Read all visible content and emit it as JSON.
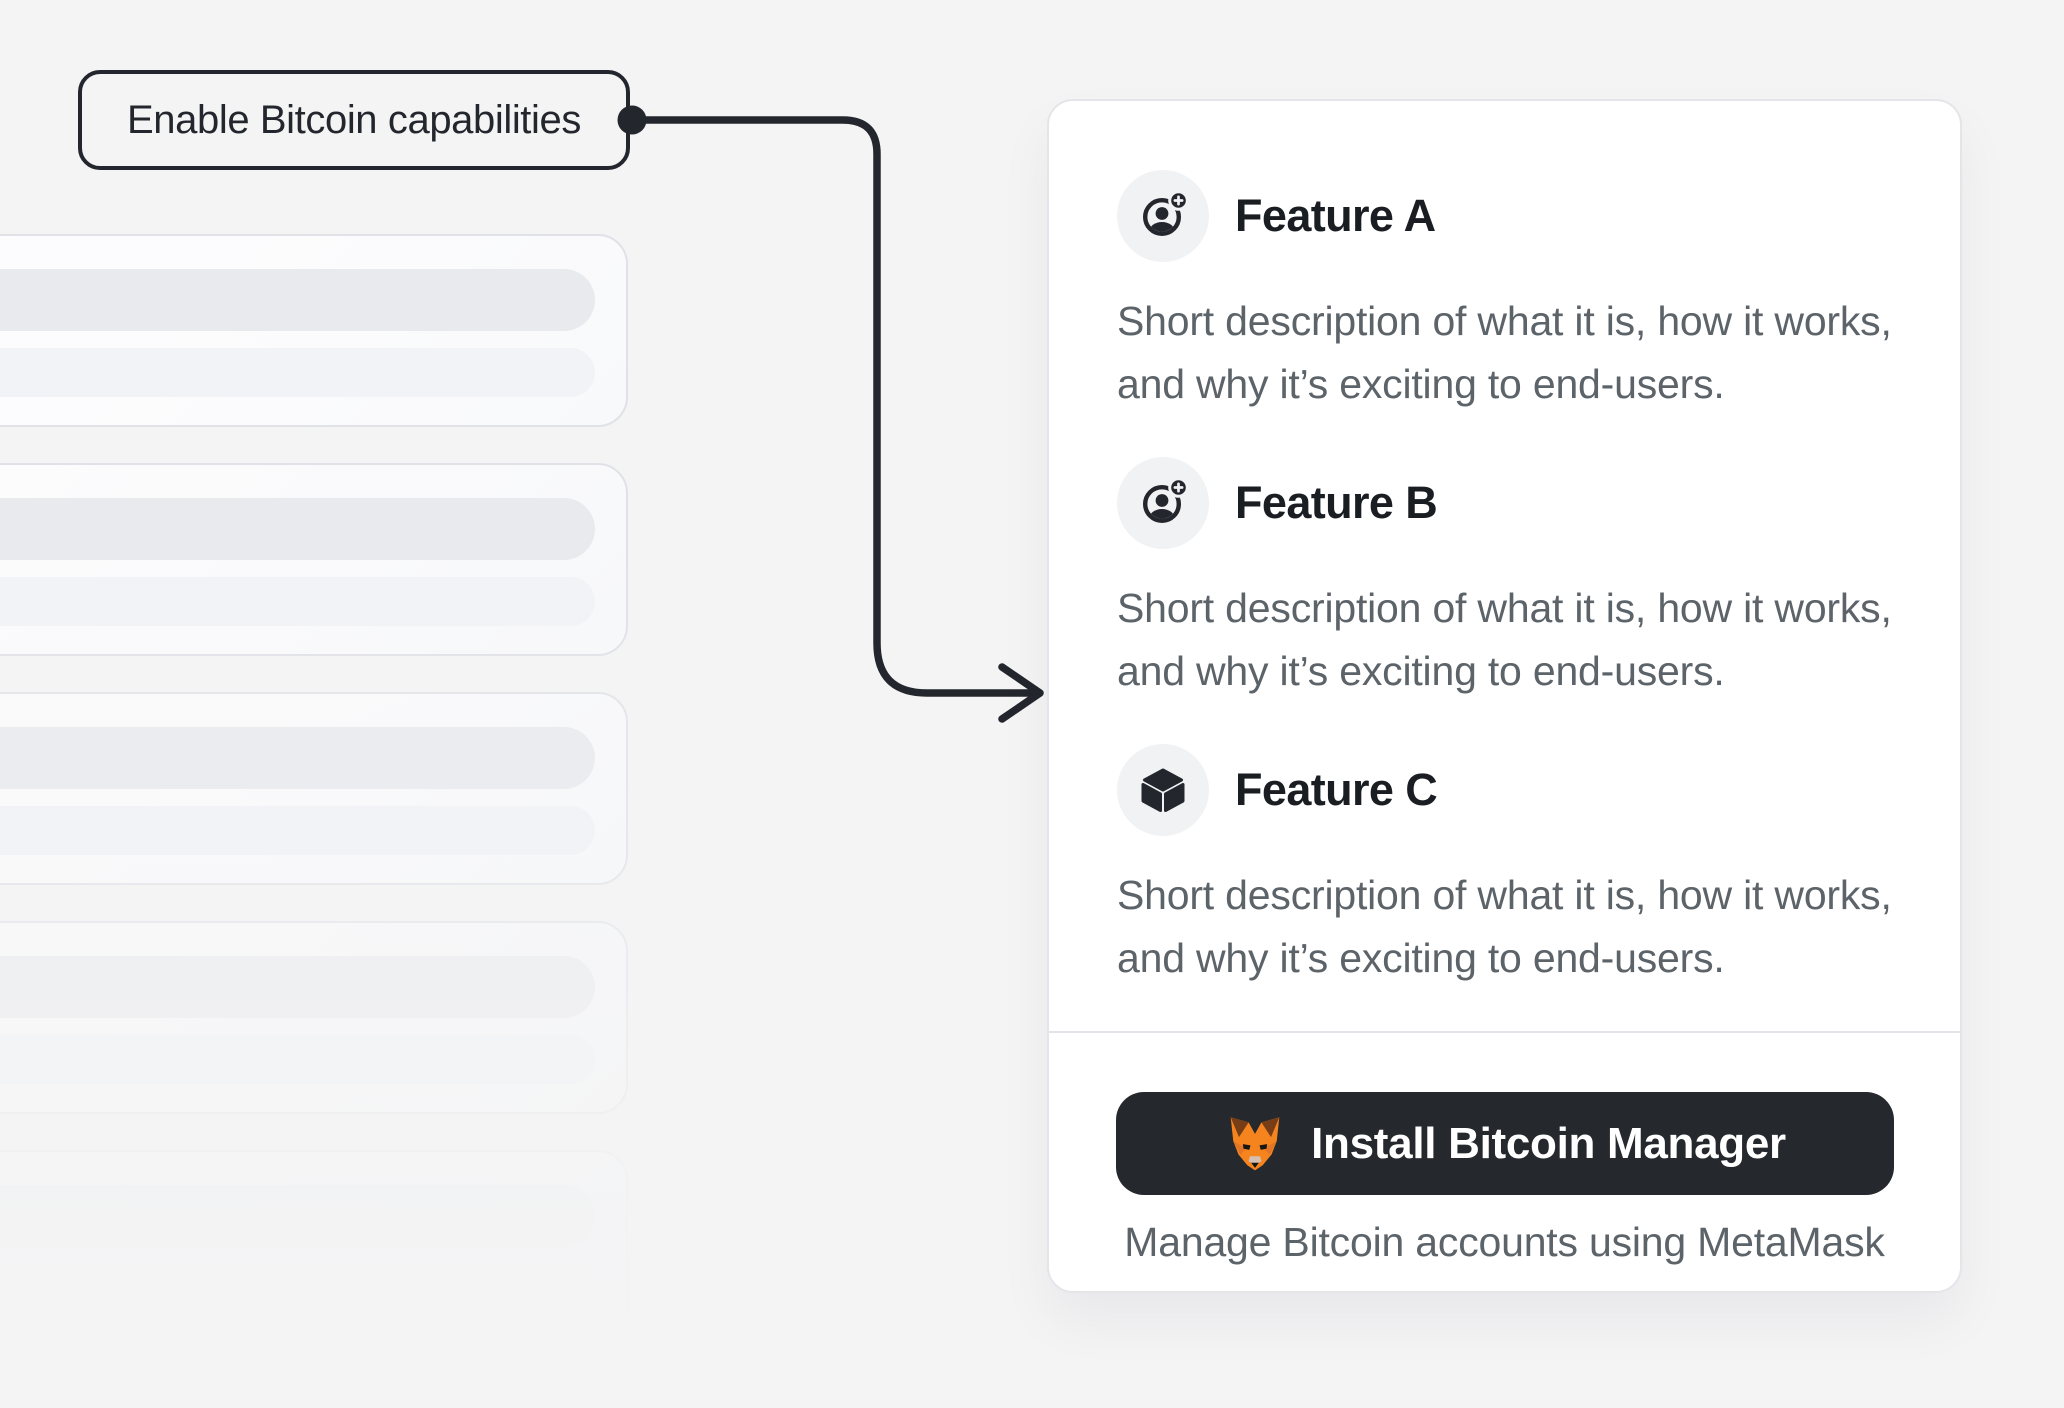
{
  "theme": {
    "page_bg": "#f4f4f5",
    "ink": "#23272d",
    "title_color": "#1a1e23",
    "text_secondary": "#5c6369",
    "card_bg": "#ffffff",
    "card_border": "#e4e5e9",
    "divider": "#e2e4e9",
    "chip_bg": "#f1f2f4",
    "skeleton_card_bg": "#fbfbfd",
    "skeleton_card_border": "#e0e2e8",
    "skeleton_pill_strong": "#e8eaee",
    "skeleton_pill_soft": "#f2f3f7",
    "button_bg": "#25282c",
    "button_text": "#ffffff",
    "metamask_orange": "#f5841f"
  },
  "callout": {
    "label": "Enable Bitcoin capabilities"
  },
  "feature_panel": {
    "features": [
      {
        "icon": "user-add-icon",
        "title": "Feature A",
        "description": "Short description of what it is, how it works, and why it’s exciting to end-users."
      },
      {
        "icon": "user-add-icon",
        "title": "Feature B",
        "description": "Short description of what it is, how it works, and why it’s exciting to end-users."
      },
      {
        "icon": "cube-icon",
        "title": "Feature C",
        "description": "Short description of what it is, how it works, and why it’s exciting to end-users."
      }
    ],
    "install_button": {
      "icon": "metamask-fox-icon",
      "label": "Install Bitcoin Manager"
    },
    "caption": "Manage Bitcoin accounts using MetaMask"
  },
  "skeleton_list": {
    "card_count": 5,
    "bars_per_card": 2
  }
}
